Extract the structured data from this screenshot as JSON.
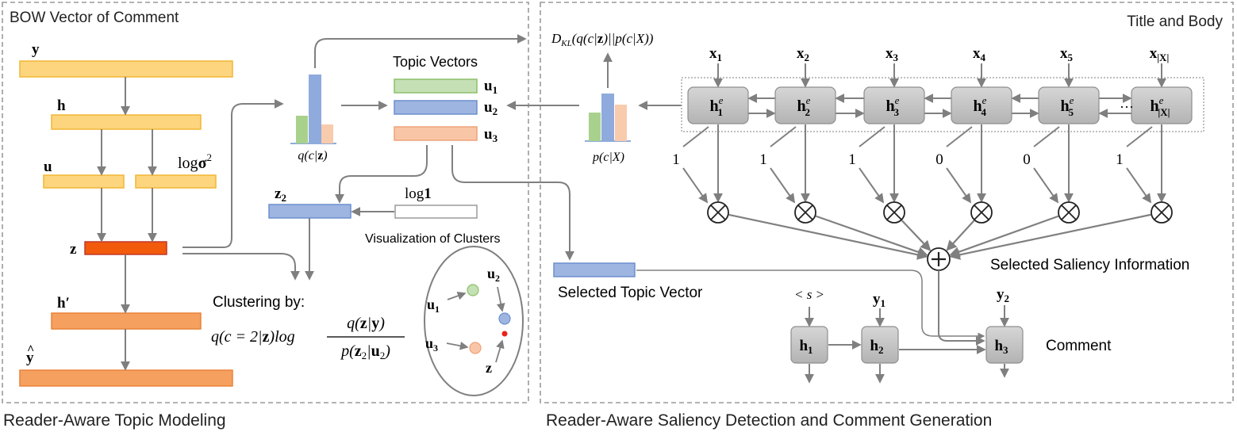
{
  "panels": {
    "left_caption": "Reader-Aware Topic Modeling",
    "right_caption": "Reader-Aware Saliency Detection and Comment Generation",
    "title_body": "Title and Body",
    "bow_label": "BOW Vector of Comment"
  },
  "vae": {
    "y": "y",
    "h": "h",
    "u": "u",
    "log_base": "log",
    "sigma": "σ",
    "sigma_exp": "2",
    "z": "z",
    "h_prime": "h′",
    "y_hat_letter": "y",
    "y_hat_accent": "^"
  },
  "topic": {
    "q_prefix": "q(c|",
    "q_bold": "z",
    "q_suffix": ")",
    "topic_vectors": "Topic Vectors",
    "u_letter": "u",
    "u1_sub": "1",
    "u2_sub": "2",
    "u3_sub": "3",
    "z2_letter": "z",
    "z2_sub": "2",
    "log_one_prefix": "log",
    "log_one_bold": "1",
    "viz_title": "Visualization of Clusters",
    "clustering_by": "Clustering by:",
    "formula_left_prefix": "q(c = 2|",
    "formula_left_bold": "z",
    "formula_left_suffix": ")log",
    "formula_num_prefix": "q(",
    "formula_num_z": "z",
    "formula_num_mid": "|",
    "formula_num_y": "y",
    "formula_num_suffix": ")",
    "formula_den_prefix": "p(",
    "formula_den_z": "z",
    "formula_den_z_sub": "2",
    "formula_den_mid": "|",
    "formula_den_u": "u",
    "formula_den_u_sub": "2",
    "formula_den_suffix": ")"
  },
  "kl": {
    "D": "D",
    "sub": "KL",
    "rest_a": "(q(c|",
    "rest_bold": "z",
    "rest_b": ")||p(c|X))"
  },
  "pcx": "p(c|X)",
  "encoder": {
    "x_letter": "x",
    "x_subs": [
      "1",
      "2",
      "3",
      "4",
      "5",
      "|X|"
    ],
    "h_letter": "h",
    "h_sup": "e",
    "h_subs": [
      "1",
      "2",
      "3",
      "4",
      "5",
      "|X|"
    ],
    "ellipsis": "···",
    "gates": [
      "1",
      "1",
      "1",
      "0",
      "0",
      "1"
    ],
    "otimes": "⊗",
    "oplus": "+"
  },
  "selected_saliency": "Selected Saliency Information",
  "selected_topic": "Selected Topic Vector",
  "decoder": {
    "bos": "< s >",
    "y_letter": "y",
    "y_subs": [
      "1",
      "2"
    ],
    "h_letter": "h",
    "h_subs": [
      "1",
      "2",
      "3"
    ],
    "comment": "Comment"
  },
  "colors": {
    "yellow_fill": "#fcd57e",
    "yellow_stroke": "#f2b635",
    "orange_fill": "#f6a05f",
    "orange_stroke": "#e9833a",
    "red_fill": "#f25a0c",
    "red_stroke": "#c0392b",
    "green_fill": "#b7dba2",
    "green_stroke": "#8cc06a",
    "blue_fill": "#9eb5e1",
    "blue_stroke": "#6d8fce",
    "salmon_fill": "#f8c6a6",
    "salmon_stroke": "#eea27a",
    "gray_node": "#c6c6c6",
    "arrow": "#808080"
  }
}
